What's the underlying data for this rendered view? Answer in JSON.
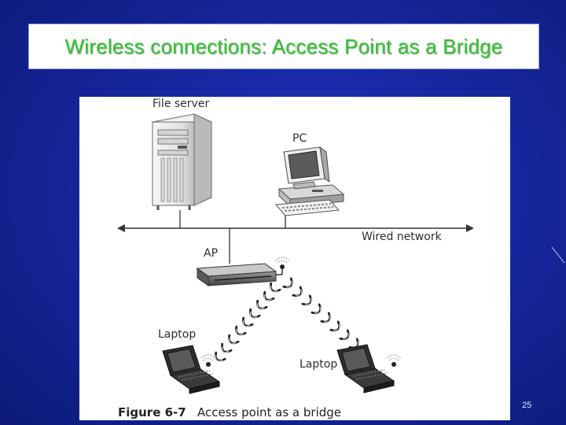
{
  "slide": {
    "title": "Wireless connections: Access Point as a Bridge",
    "page_number": "25"
  },
  "figure": {
    "labels": {
      "file_server": "File server",
      "pc": "PC",
      "wired_network": "Wired network",
      "ap": "AP",
      "laptop_left": "Laptop",
      "laptop_right": "Laptop"
    },
    "caption": {
      "number": "Figure 6-7",
      "text": "Access point as a bridge"
    }
  }
}
